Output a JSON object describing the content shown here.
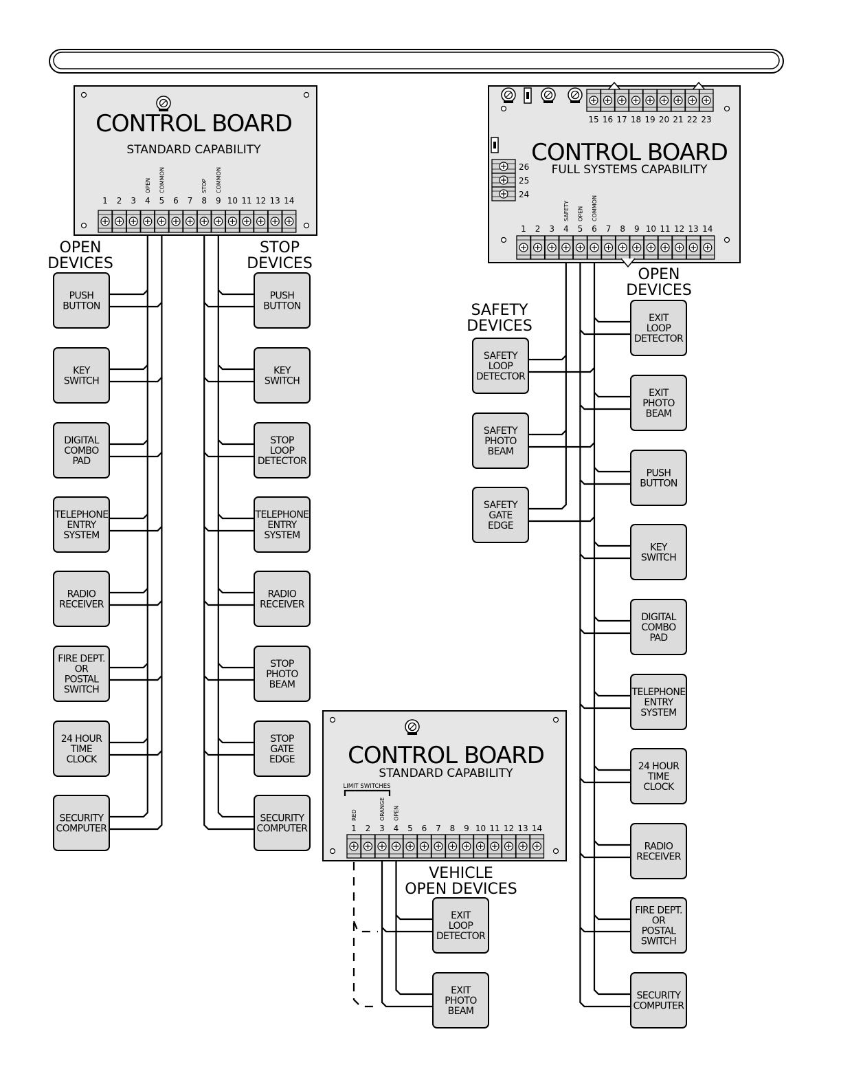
{
  "header_bar": {},
  "boards": {
    "left": {
      "title": "CONTROL BOARD",
      "subtitle": "STANDARD CAPABILITY",
      "terminals": [
        "1",
        "2",
        "3",
        "4",
        "5",
        "6",
        "7",
        "8",
        "9",
        "10",
        "11",
        "12",
        "13",
        "14"
      ],
      "terminal_labels": [
        {
          "terminal": "4",
          "text": "OPEN"
        },
        {
          "terminal": "5",
          "text": "COMMON"
        },
        {
          "terminal": "8",
          "text": "STOP"
        },
        {
          "terminal": "9",
          "text": "COMMON"
        }
      ]
    },
    "right": {
      "title": "CONTROL BOARD",
      "subtitle": "FULL SYSTEMS CAPABILITY",
      "top_terminals": [
        "15",
        "16",
        "17",
        "18",
        "19",
        "20",
        "21",
        "22",
        "23"
      ],
      "side_terminals": [
        "26",
        "25",
        "24"
      ],
      "terminals": [
        "1",
        "2",
        "3",
        "4",
        "5",
        "6",
        "7",
        "8",
        "9",
        "10",
        "11",
        "12",
        "13",
        "14"
      ],
      "terminal_labels": [
        {
          "terminal": "4",
          "text": "SAFETY"
        },
        {
          "terminal": "5",
          "text": "OPEN"
        },
        {
          "terminal": "6",
          "text": "COMMON"
        }
      ]
    },
    "bottom": {
      "title": "CONTROL BOARD",
      "subtitle": "STANDARD CAPABILITY",
      "limit_switches_label": "LIMIT SWITCHES",
      "terminals": [
        "1",
        "2",
        "3",
        "4",
        "5",
        "6",
        "7",
        "8",
        "9",
        "10",
        "11",
        "12",
        "13",
        "14"
      ],
      "terminal_labels": [
        {
          "terminal": "1",
          "text": "RED"
        },
        {
          "terminal": "3",
          "text": "ORANGE"
        },
        {
          "terminal": "4",
          "text": "OPEN"
        }
      ]
    }
  },
  "groups": {
    "left_open": {
      "label": [
        "OPEN",
        "DEVICES"
      ],
      "devices": [
        [
          "PUSH",
          "BUTTON"
        ],
        [
          "KEY",
          "SWITCH"
        ],
        [
          "DIGITAL",
          "COMBO",
          "PAD"
        ],
        [
          "TELEPHONE",
          "ENTRY",
          "SYSTEM"
        ],
        [
          "RADIO",
          "RECEIVER"
        ],
        [
          "FIRE DEPT.",
          "OR",
          "POSTAL",
          "SWITCH"
        ],
        [
          "24 HOUR",
          "TIME",
          "CLOCK"
        ],
        [
          "SECURITY",
          "COMPUTER"
        ]
      ]
    },
    "left_stop": {
      "label": [
        "STOP",
        "DEVICES"
      ],
      "devices": [
        [
          "PUSH",
          "BUTTON"
        ],
        [
          "KEY",
          "SWITCH"
        ],
        [
          "STOP",
          "LOOP",
          "DETECTOR"
        ],
        [
          "TELEPHONE",
          "ENTRY",
          "SYSTEM"
        ],
        [
          "RADIO",
          "RECEIVER"
        ],
        [
          "STOP",
          "PHOTO",
          "BEAM"
        ],
        [
          "STOP",
          "GATE",
          "EDGE"
        ],
        [
          "SECURITY",
          "COMPUTER"
        ]
      ]
    },
    "right_safety": {
      "label": [
        "SAFETY",
        "DEVICES"
      ],
      "devices": [
        [
          "SAFETY",
          "LOOP",
          "DETECTOR"
        ],
        [
          "SAFETY",
          "PHOTO",
          "BEAM"
        ],
        [
          "SAFETY",
          "GATE",
          "EDGE"
        ]
      ]
    },
    "right_open": {
      "label": [
        "OPEN",
        "DEVICES"
      ],
      "devices": [
        [
          "EXIT",
          "LOOP",
          "DETECTOR"
        ],
        [
          "EXIT",
          "PHOTO",
          "BEAM"
        ],
        [
          "PUSH",
          "BUTTON"
        ],
        [
          "KEY",
          "SWITCH"
        ],
        [
          "DIGITAL",
          "COMBO",
          "PAD"
        ],
        [
          "TELEPHONE",
          "ENTRY",
          "SYSTEM"
        ],
        [
          "24 HOUR",
          "TIME",
          "CLOCK"
        ],
        [
          "RADIO",
          "RECEIVER"
        ],
        [
          "FIRE DEPT.",
          "OR",
          "POSTAL",
          "SWITCH"
        ],
        [
          "SECURITY",
          "COMPUTER"
        ]
      ]
    },
    "vehicle_open": {
      "label": [
        "VEHICLE",
        "OPEN DEVICES"
      ],
      "devices": [
        [
          "EXIT",
          "LOOP",
          "DETECTOR"
        ],
        [
          "EXIT",
          "PHOTO",
          "BEAM"
        ]
      ]
    }
  }
}
